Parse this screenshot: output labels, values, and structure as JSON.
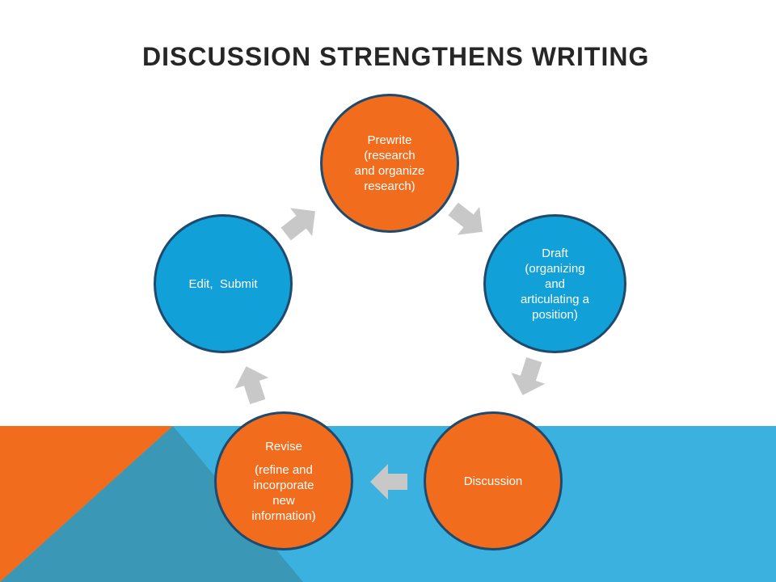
{
  "title": "DISCUSSION STRENGTHENS WRITING",
  "colors": {
    "orange": "#f26c1e",
    "blue": "#12a0d8",
    "banner_blue": "#3bb1e0",
    "banner_dark": "#3a97b6",
    "arrow_gray": "#c8c8c8",
    "circle_border": "#1e4a6e",
    "title": "#262626"
  },
  "cycle": [
    {
      "id": "prewrite",
      "color": "orange",
      "lines": [
        "Prewrite",
        "(research",
        "and organize",
        "research)"
      ]
    },
    {
      "id": "draft",
      "color": "blue",
      "lines": [
        "Draft",
        "(organizing",
        "and",
        "articulating a",
        "position)"
      ]
    },
    {
      "id": "discussion",
      "color": "orange",
      "lines": [
        "Discussion"
      ]
    },
    {
      "id": "revise",
      "color": "orange",
      "lines": [
        "Revise",
        "(refine and",
        "incorporate",
        "new",
        "information)"
      ]
    },
    {
      "id": "edit",
      "color": "blue",
      "lines": [
        "Edit,  Submit"
      ]
    }
  ],
  "arrow_icon": "chevron-arrow-icon"
}
